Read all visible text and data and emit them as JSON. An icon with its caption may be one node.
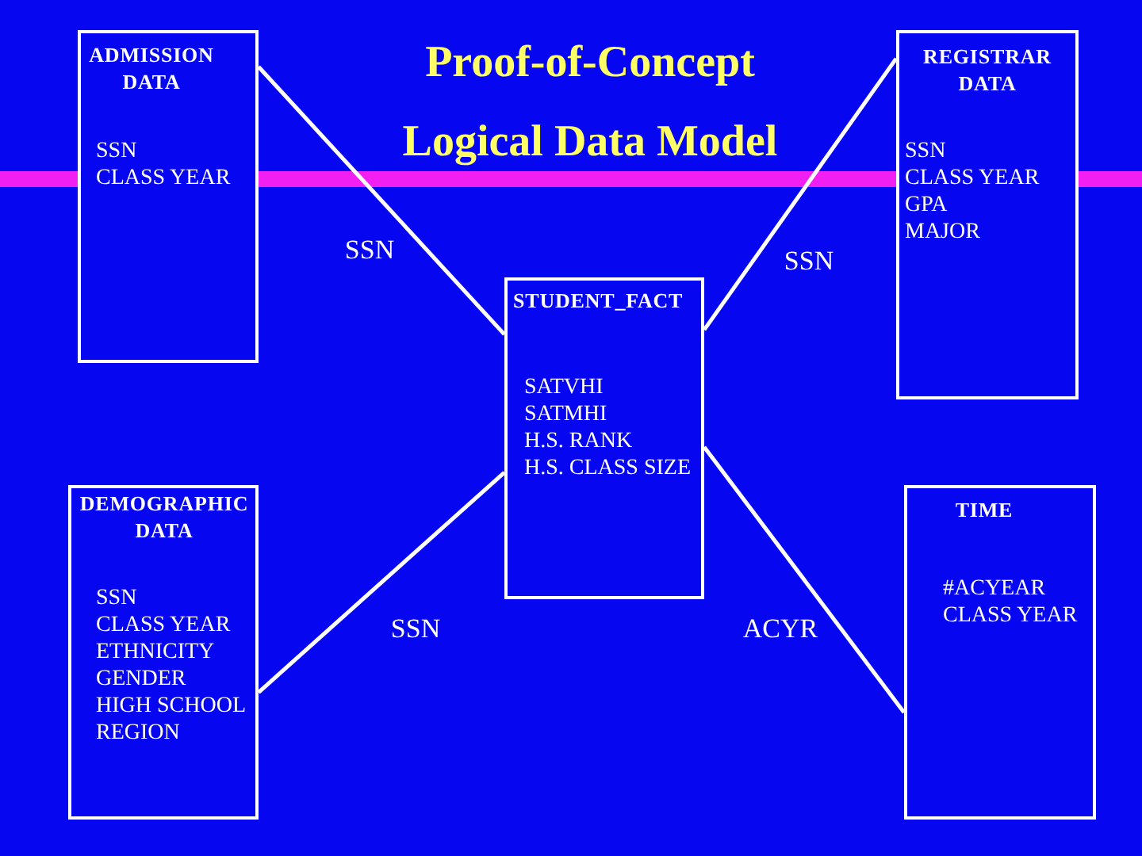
{
  "diagram": {
    "title": "Proof-of-Concept Logical Data Model",
    "nodes": [
      {
        "text": [
          "ADMISSION DATA",
          "SSN",
          "CLASS YEAR"
        ]
      },
      {
        "text": [
          "REGISTRAR DATA",
          "SSN",
          "CLASS YEAR",
          "GPA",
          "MAJOR"
        ]
      },
      {
        "text": [
          "STUDENT_FACT",
          "SATVHI",
          "SATMHI",
          "H.S. RANK",
          "H.S. CLASS SIZE"
        ]
      },
      {
        "text": [
          "DEMOGRAPHIC DATA",
          "SSN",
          "CLASS YEAR",
          "ETHNICITY",
          "GENDER",
          "HIGH SCHOOL",
          "REGION"
        ]
      },
      {
        "text": [
          "TIME",
          "#ACYEAR",
          "CLASS YEAR"
        ]
      }
    ],
    "edges": [
      {
        "from": 0,
        "to": 2,
        "arrow": "none",
        "label": "SSN"
      },
      {
        "from": 1,
        "to": 2,
        "arrow": "none",
        "label": "SSN"
      },
      {
        "from": 3,
        "to": 2,
        "arrow": "none",
        "label": "SSN"
      },
      {
        "from": 2,
        "to": 4,
        "arrow": "none",
        "label": "ACYR"
      }
    ]
  }
}
